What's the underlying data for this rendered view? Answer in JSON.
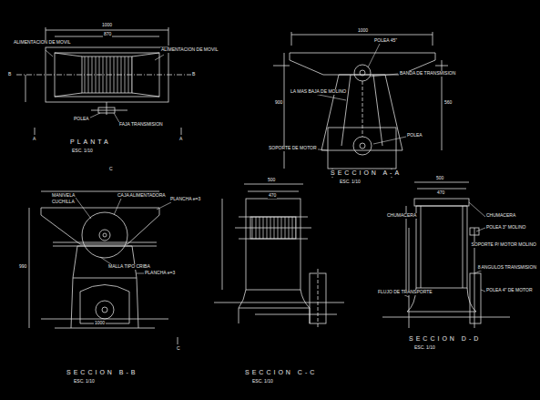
{
  "diagram": {
    "labels": [
      "1000",
      "870",
      "ALIMENTACION DE MOVIL",
      "ALIMENTACION DE MOVIL",
      "B",
      "B",
      "POLEA",
      "FAJA TRANSMISION",
      "PLANTA",
      "ESC. 1/10",
      "A",
      "A",
      "1000",
      "POLEA 45\"",
      "BANDA DE TRANSMISION",
      "LA MAS BAJA DE MOLINO",
      "SOPORTE DE MOTOR",
      "POLEA",
      "900",
      "560",
      "SECCION A-A",
      "ESC. 1/10",
      "MANIVELA",
      "CUCHILLA",
      "CAJA ALIMENTADORA",
      "PLANCHA e=3",
      "MALLA TIPO CRIBA",
      "PLANCHA e=3",
      "990",
      "1000",
      "SECCION B-B",
      "ESC. 1/10",
      "C",
      "C",
      "500",
      "470",
      "SECCION C-C",
      "ESC. 1/10",
      "500",
      "470",
      "CHUMACERA",
      "CHUMACERA",
      "POLEA 3\" MOLINO",
      "SOPORTE P/ MOTOR MOLINO",
      "8 ANGULOS TRANSMISION",
      "POLEA 4\" DE MOTOR",
      "FLUJO DE TRANSPORTE",
      "SECCION D-D",
      "ESC. 1/10"
    ]
  }
}
